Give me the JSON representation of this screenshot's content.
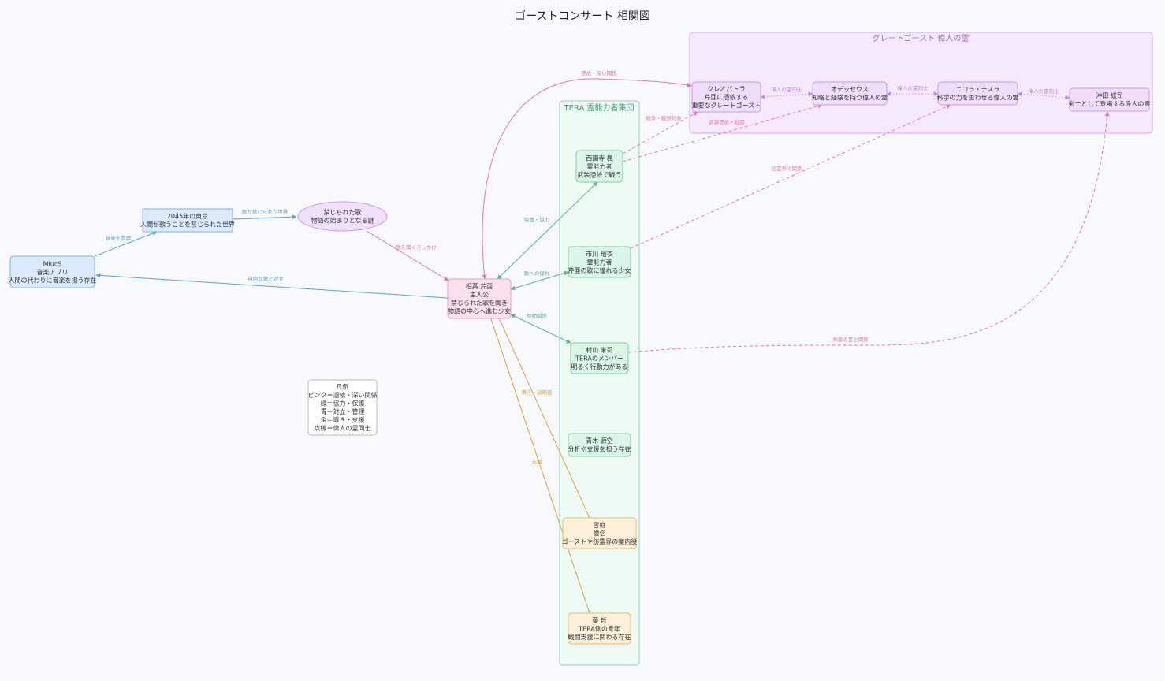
{
  "title": "ゴーストコンサート 相関図",
  "colors": {
    "pink": "#e377b1",
    "green": "#5fb58f",
    "blue": "#5e9fd6",
    "gold": "#d8a346",
    "purple": "#c38ad8"
  },
  "clusters": {
    "great": {
      "label": "グレートゴースト 偉人の霊",
      "fill": "#f7e9fd",
      "stroke": "#d6a6e8",
      "text": "#a070b8"
    },
    "tera": {
      "label": "TERA 霊能力者集団",
      "fill": "#eefaf4",
      "stroke": "#8fd1b1",
      "text": "#4a9a78"
    }
  },
  "nodes": [
    {
      "id": "miucs",
      "shape": "roundrect",
      "lines": [
        "MiucS",
        "音楽アプリ",
        "人間の代わりに音楽を担う存在"
      ],
      "fill": "#dbeaff",
      "stroke": "#7db1e6"
    },
    {
      "id": "tokyo",
      "shape": "rect",
      "lines": [
        "2045年の東京",
        "人間が歌うことを禁じられた世界"
      ],
      "fill": "#dbeaff",
      "stroke": "#7db1e6"
    },
    {
      "id": "song",
      "shape": "ellipse",
      "lines": [
        "禁じられた歌",
        "物語の始まりとなる謎"
      ],
      "fill": "#f1e0fb",
      "stroke": "#c99be0"
    },
    {
      "id": "sera",
      "shape": "roundrect",
      "lines": [
        "相葉 芹亜",
        "主人公",
        "禁じられた歌を聞き",
        "物語の中心へ進む少女"
      ],
      "fill": "#fde0ef",
      "stroke": "#e79bc4"
    },
    {
      "id": "saionji",
      "shape": "roundrect",
      "lines": [
        "西園寺 楓",
        "霊能力者",
        "武装憑依で戦う"
      ],
      "fill": "#dcf5ea",
      "stroke": "#7fcca6"
    },
    {
      "id": "ichikawa",
      "shape": "roundrect",
      "lines": [
        "市川 瑠衣",
        "霊能力者",
        "芹亜の歌に憧れる少女"
      ],
      "fill": "#dcf5ea",
      "stroke": "#7fcca6"
    },
    {
      "id": "murayama",
      "shape": "roundrect",
      "lines": [
        "村山 朱莉",
        "TERAのメンバー",
        "明るく行動力がある"
      ],
      "fill": "#dcf5ea",
      "stroke": "#7fcca6"
    },
    {
      "id": "aoki",
      "shape": "roundrect",
      "lines": [
        "青木 源空",
        "分析や支援を担う存在"
      ],
      "fill": "#dcf5ea",
      "stroke": "#7fcca6"
    },
    {
      "id": "yukiba",
      "shape": "roundrect",
      "lines": [
        "雪庭",
        "僧侶",
        "ゴーストや彷霊界の案内役"
      ],
      "fill": "#fff0d9",
      "stroke": "#e3bb73"
    },
    {
      "id": "youshin",
      "shape": "roundrect",
      "lines": [
        "葉 哲",
        "TERA側の青年",
        "戦闘支援に関わる存在"
      ],
      "fill": "#fff0d9",
      "stroke": "#e3bb73"
    },
    {
      "id": "cleo",
      "shape": "roundrect",
      "lines": [
        "クレオパトラ",
        "芹亜に憑依する",
        "重要なグレートゴースト"
      ],
      "fill": "#f0dcfb",
      "stroke": "#c99be0"
    },
    {
      "id": "odys",
      "shape": "roundrect",
      "lines": [
        "オデッセウス",
        "知略と経験を持つ偉人の霊"
      ],
      "fill": "#f0dcfb",
      "stroke": "#c99be0"
    },
    {
      "id": "tesla",
      "shape": "roundrect",
      "lines": [
        "ニコラ・テスラ",
        "科学の力を思わせる偉人の霊"
      ],
      "fill": "#f0dcfb",
      "stroke": "#c99be0"
    },
    {
      "id": "okita",
      "shape": "roundrect",
      "lines": [
        "沖田 総司",
        "剣士として登場する偉人の霊"
      ],
      "fill": "#f0dcfb",
      "stroke": "#c99be0"
    },
    {
      "id": "legend",
      "shape": "roundrect",
      "lines": [
        "凡例",
        "ピンク＝憑依・深い関係",
        "緑＝協力・保護",
        "青＝対立・管理",
        "金＝導き・支援",
        "点線＝偉人の霊同士"
      ],
      "fill": "#ffffff",
      "stroke": "#bbbbbb"
    }
  ],
  "edges": [
    {
      "id": "e1",
      "from": "miucs",
      "to": "tokyo",
      "label": "音楽を管理",
      "color": "blue",
      "style": "solid",
      "dir": "end"
    },
    {
      "id": "e2",
      "from": "tokyo",
      "to": "song",
      "label": "歌が禁じられた世界",
      "color": "blue",
      "style": "solid",
      "dir": "end"
    },
    {
      "id": "e3",
      "from": "song",
      "to": "sera",
      "label": "歌を聞くきっかけ",
      "color": "pink",
      "style": "solid",
      "dir": "end"
    },
    {
      "id": "e4",
      "from": "sera",
      "to": "miucs",
      "label": "自由な歌と対立",
      "color": "blue",
      "style": "solid",
      "dir": "end"
    },
    {
      "id": "e5",
      "from": "sera",
      "to": "cleo",
      "label": "憑依・深い関係",
      "color": "pink",
      "style": "solid",
      "dir": "both"
    },
    {
      "id": "e6",
      "from": "sera",
      "to": "saionji",
      "label": "保護・協力",
      "color": "green",
      "style": "solid",
      "dir": "both"
    },
    {
      "id": "e7",
      "from": "sera",
      "to": "ichikawa",
      "label": "歌への憧れ",
      "color": "green",
      "style": "solid",
      "dir": "both"
    },
    {
      "id": "e8",
      "from": "sera",
      "to": "murayama",
      "label": "仲間関係",
      "color": "green",
      "style": "solid",
      "dir": "both"
    },
    {
      "id": "e9",
      "from": "yukiba",
      "to": "sera",
      "label": "導き・説明役",
      "color": "gold",
      "style": "solid",
      "dir": "end"
    },
    {
      "id": "e10",
      "from": "youshin",
      "to": "sera",
      "label": "支援",
      "color": "gold",
      "style": "solid",
      "dir": "end"
    },
    {
      "id": "e11",
      "from": "saionji",
      "to": "cleo",
      "label": "競争・観察対象",
      "color": "pink",
      "style": "dashed",
      "dir": "end"
    },
    {
      "id": "e12",
      "from": "saionji",
      "to": "odys",
      "label": "武装憑依・戦闘",
      "color": "pink",
      "style": "dashed",
      "dir": "end"
    },
    {
      "id": "e13",
      "from": "ichikawa",
      "to": "tesla",
      "label": "彷霊界で関係",
      "color": "pink",
      "style": "dashed",
      "dir": "end"
    },
    {
      "id": "e14",
      "from": "murayama",
      "to": "okita",
      "label": "剣豪の霊と関係",
      "color": "pink",
      "style": "dashed",
      "dir": "end"
    },
    {
      "id": "e15",
      "from": "cleo",
      "to": "odys",
      "label": "偉人の霊同士",
      "color": "purple",
      "style": "dotted",
      "dir": "both"
    },
    {
      "id": "e16",
      "from": "odys",
      "to": "tesla",
      "label": "偉人の霊同士",
      "color": "purple",
      "style": "dotted",
      "dir": "both"
    },
    {
      "id": "e17",
      "from": "tesla",
      "to": "okita",
      "label": "偉人の霊同士",
      "color": "purple",
      "style": "dotted",
      "dir": "both"
    }
  ]
}
